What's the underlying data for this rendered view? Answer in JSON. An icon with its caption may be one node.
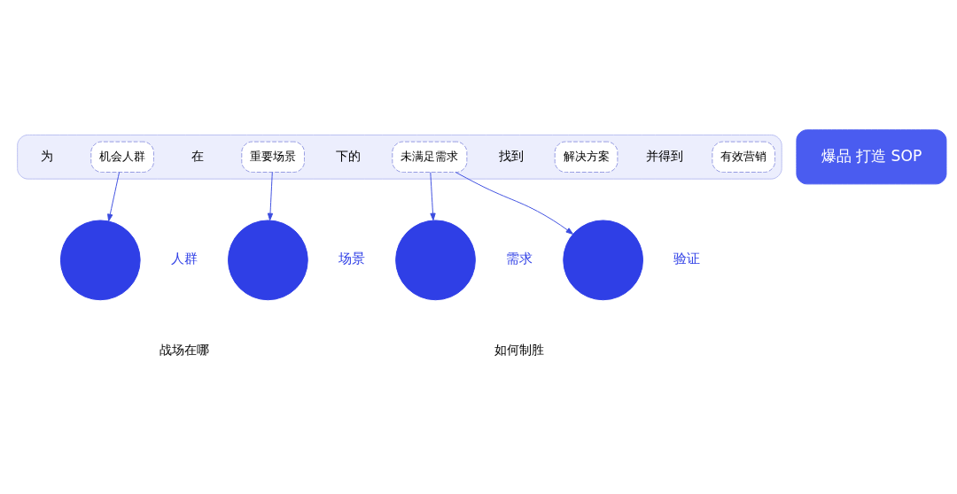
{
  "diagram": {
    "nodes": [
      {
        "text": [],
        "shape": "box"
      },
      {
        "text": [
          "爆品 打造 SOP"
        ]
      },
      {
        "text": [
          "机会人群"
        ],
        "in": 0
      },
      {
        "text": [
          "重要场景"
        ],
        "in": 0
      },
      {
        "text": [
          "未满足需求"
        ],
        "in": 0
      },
      {
        "text": [
          "解决方案"
        ],
        "in": 0
      },
      {
        "text": [
          "有效营销"
        ],
        "in": 0
      },
      {
        "text": [],
        "shape": "circle",
        "beside": [
          "人群"
        ]
      },
      {
        "text": [],
        "shape": "circle",
        "beside": [
          "场景"
        ]
      },
      {
        "text": [],
        "shape": "circle",
        "beside": [
          "需求"
        ]
      },
      {
        "text": [],
        "shape": "circle",
        "beside": [
          "验证"
        ]
      }
    ],
    "edges": [
      {
        "from": 2,
        "to": 7,
        "arrow": "to"
      },
      {
        "from": 3,
        "to": 8,
        "arrow": "to"
      },
      {
        "from": 4,
        "to": 9,
        "arrow": "to"
      },
      {
        "from": 4,
        "to": 10,
        "arrow": "to"
      }
    ],
    "labels": [
      "为",
      "在",
      "下的",
      "找到",
      "并得到",
      "战场在哪",
      "如何制胜"
    ]
  }
}
